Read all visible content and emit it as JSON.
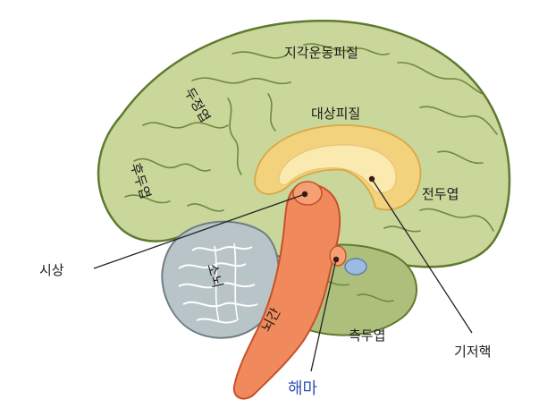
{
  "labels": {
    "motor_sensory_cortex": "지각운동피질",
    "parietal_lobe": "두정엽",
    "cingulate_cortex": "대상피질",
    "occipital_lobe": "후두엽",
    "frontal_lobe": "전두엽",
    "thalamus": "시상",
    "cerebellum": "소뇌",
    "brainstem": "뇌간",
    "temporal_lobe": "측두엽",
    "basal_ganglia": "기저핵",
    "hippocampus": "해마"
  },
  "colors": {
    "cortex": "#c9d79a",
    "cortex_outline": "#5f7a2e",
    "temporal": "#aebf7c",
    "cingulate": "#f3d27e",
    "cingulate_inner": "#fbeab0",
    "brainstem": "#f08a5c",
    "brainstem_outline": "#c8502a",
    "cerebellum": "#b9c4c8",
    "cerebellum_outline": "#6f7d83",
    "pituitary": "#9dbbe0",
    "highlight_label": "#2f52b8"
  }
}
